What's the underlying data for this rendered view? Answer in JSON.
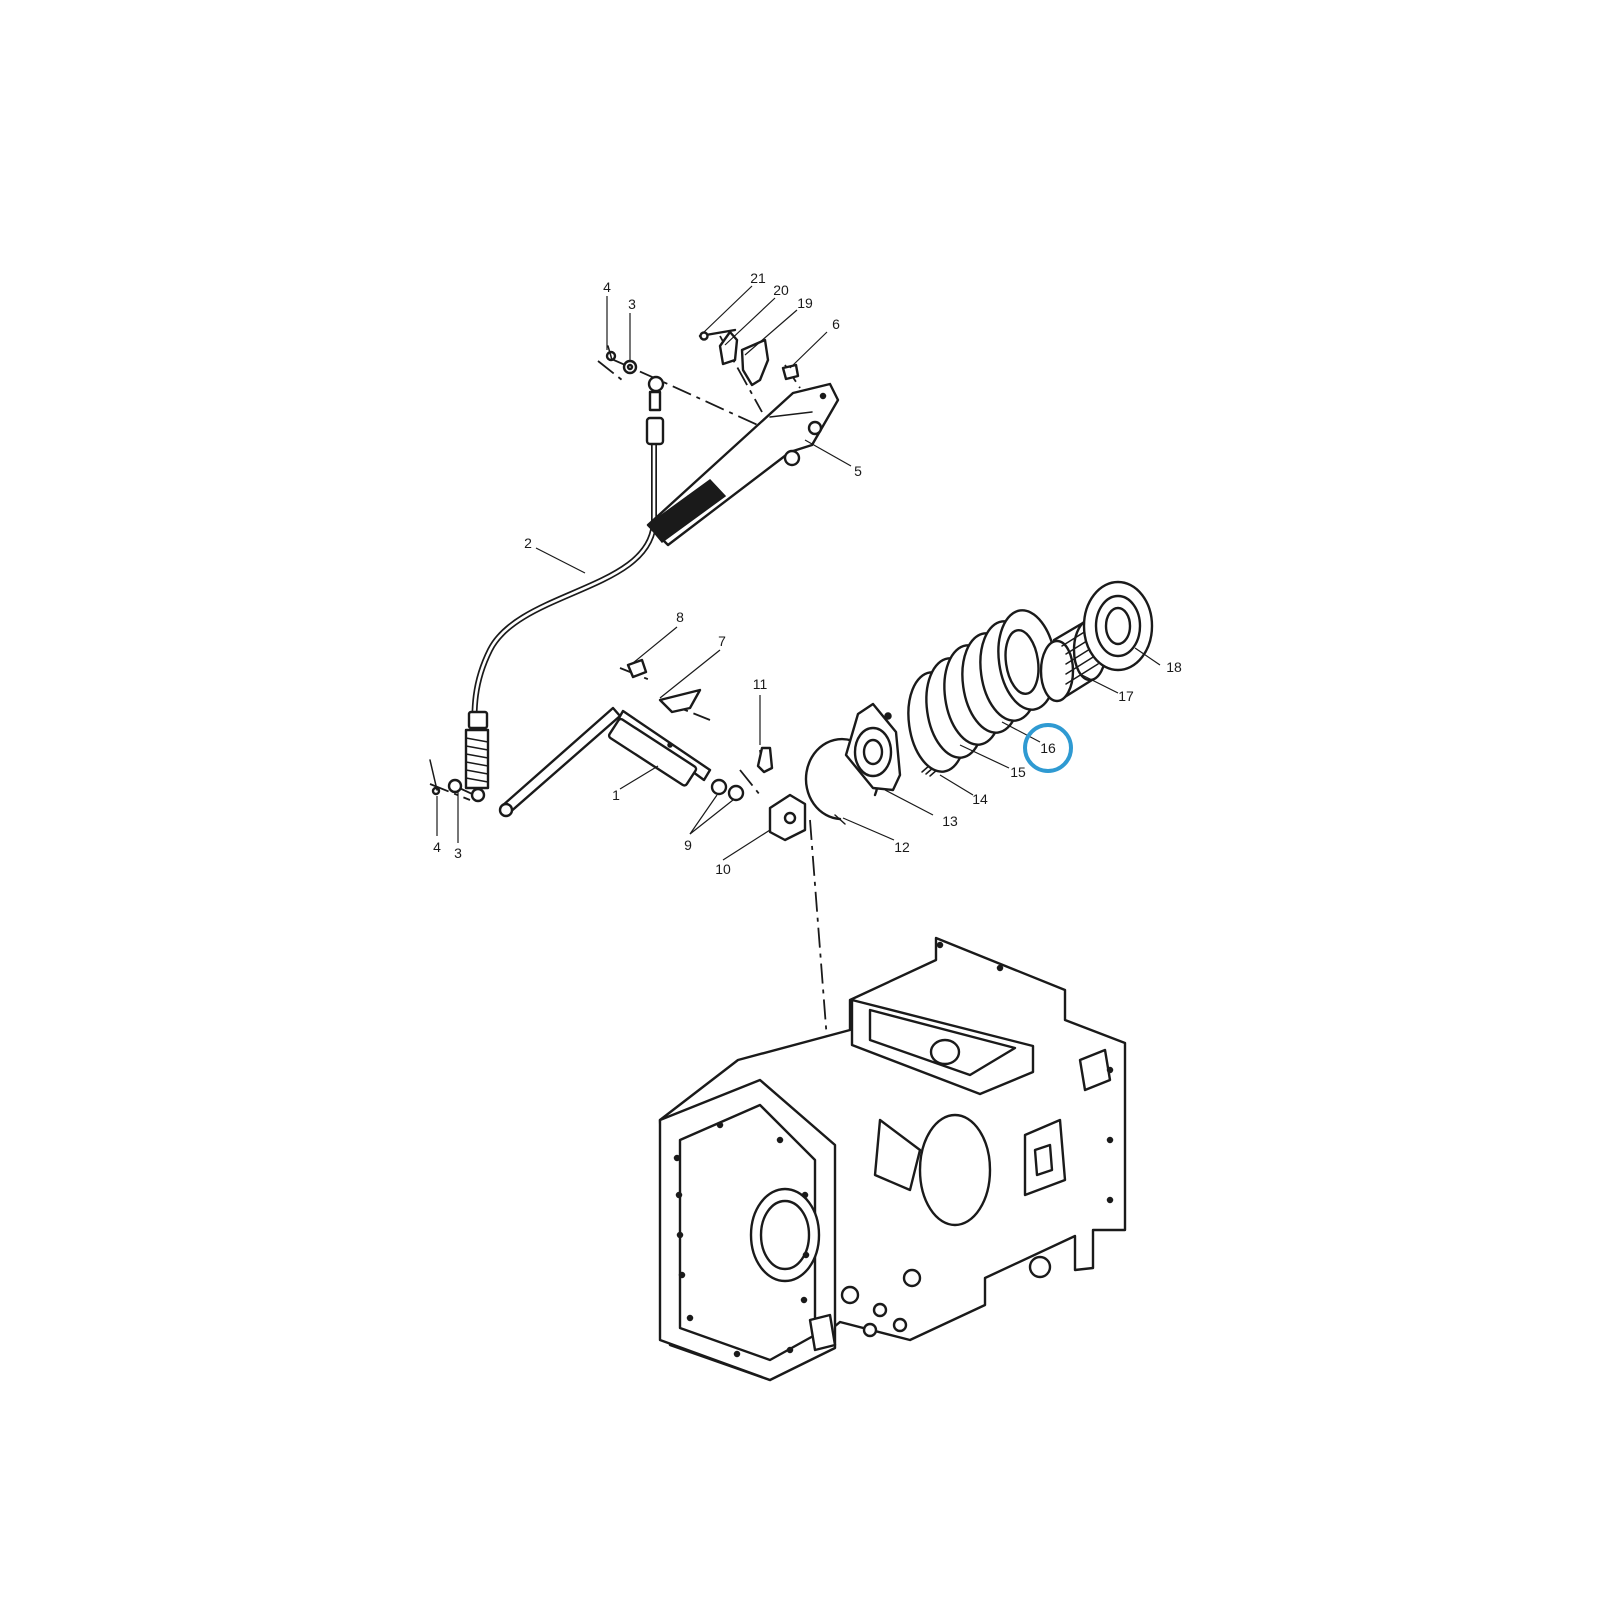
{
  "diagram": {
    "highlight_color": "#2f9ad2",
    "highlighted_callout": "16",
    "callouts": {
      "c1": "1",
      "c2": "2",
      "c3a": "3",
      "c3b": "3",
      "c4a": "4",
      "c4b": "4",
      "c5": "5",
      "c6": "6",
      "c7": "7",
      "c8": "8",
      "c9": "9",
      "c10": "10",
      "c11": "11",
      "c12": "12",
      "c13": "13",
      "c14": "14",
      "c15": "15",
      "c16": "16",
      "c17": "17",
      "c18": "18",
      "c19": "19",
      "c20": "20",
      "c21": "21"
    }
  }
}
